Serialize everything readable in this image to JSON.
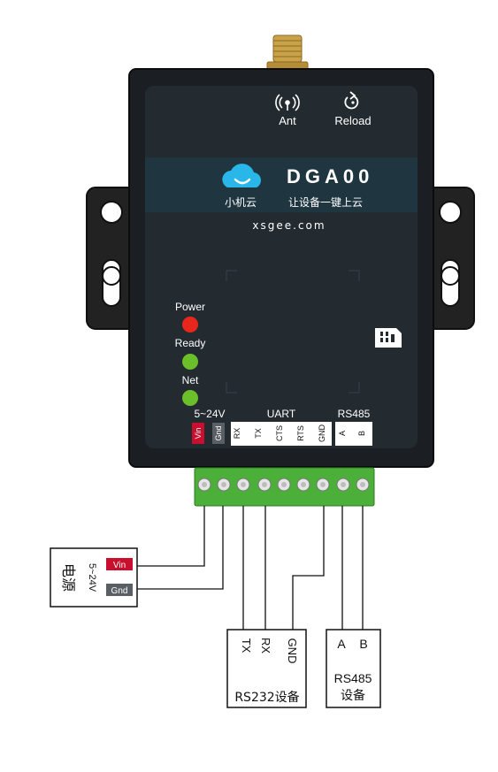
{
  "device": {
    "model": "DGA00",
    "brand": "小机云",
    "slogan": "让设备一键上云",
    "website": "xsgee.com",
    "ant_label": "Ant",
    "reload_label": "Reload",
    "body_color": "#1b1f24",
    "panel_color": "#232a30",
    "cloud_color": "#29b6e8"
  },
  "leds": [
    {
      "label": "Power",
      "color": "#e8271c"
    },
    {
      "label": "Ready",
      "color": "#6abf2a"
    },
    {
      "label": "Net",
      "color": "#6abf2a"
    }
  ],
  "ports": {
    "power_group_label": "5~24V",
    "uart_group_label": "UART",
    "rs485_group_label": "RS485",
    "vin": "Vin",
    "gnd": "Gnd",
    "uart_pins": [
      "RX",
      "TX",
      "CTS",
      "RTS",
      "GND"
    ],
    "rs485_pins": [
      "A",
      "B"
    ]
  },
  "power_supply": {
    "title": "电源",
    "voltage": "5~24V",
    "vin": "Vin",
    "gnd": "Gnd",
    "vin_color": "#c8102e",
    "gnd_color": "#5a5f66"
  },
  "rs232_device": {
    "pins": [
      "TX",
      "RX",
      "GND"
    ],
    "title": "RS232设备"
  },
  "rs485_device": {
    "pins": [
      "A",
      "B"
    ],
    "title_line1": "RS485",
    "title_line2": "设备"
  },
  "terminal_color": "#4caf3a"
}
